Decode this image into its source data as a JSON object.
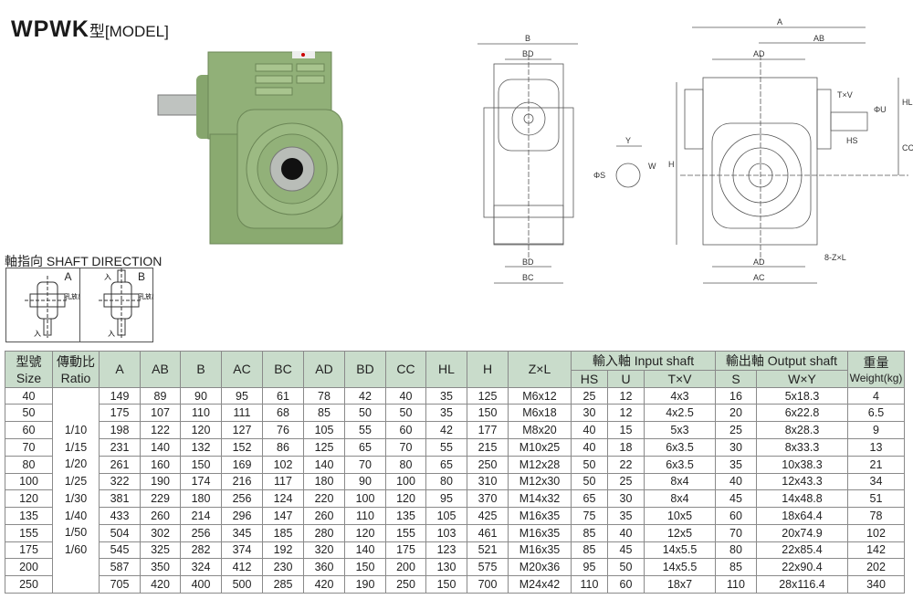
{
  "title": {
    "model": "WPWK",
    "suffix": "型[MODEL]"
  },
  "shaft_direction": {
    "title": "軸指向  SHAFT DIRECTION",
    "a_label": "A",
    "b_label": "B",
    "in_label": "入",
    "out_label": "孔放出"
  },
  "drawing": {
    "labels": {
      "A": "A",
      "AB": "AB",
      "B": "B",
      "BD": "BD",
      "AD": "AD",
      "BC": "BC",
      "AC": "AC",
      "H": "H",
      "HL": "HL",
      "CC": "CC",
      "HS": "HS",
      "TxV": "T×V",
      "U": "ΦU",
      "S": "ΦS",
      "W": "W",
      "Y": "Y",
      "ZxL": "8-Z×L"
    }
  },
  "table": {
    "headers": {
      "size": "型號",
      "size_en": "Size",
      "ratio": "傳動比",
      "ratio_en": "Ratio",
      "cols": [
        "A",
        "AB",
        "B",
        "AC",
        "BC",
        "AD",
        "BD",
        "CC",
        "HL",
        "H",
        "Z×L"
      ],
      "input": "輸入軸 Input shaft",
      "input_cols": [
        "HS",
        "U",
        "T×V"
      ],
      "output": "輸出軸  Output shaft",
      "output_cols": [
        "S",
        "W×Y"
      ],
      "weight": "重量",
      "weight_en": "Weight(kg)"
    },
    "ratios": [
      "",
      "",
      "1/10",
      "1/15",
      "1/20",
      "1/25",
      "1/30",
      "1/40",
      "1/50",
      "1/60",
      "",
      ""
    ],
    "rows": [
      [
        "40",
        "149",
        "89",
        "90",
        "95",
        "61",
        "78",
        "42",
        "40",
        "35",
        "125",
        "M6x12",
        "25",
        "12",
        "4x3",
        "16",
        "5x18.3",
        "4"
      ],
      [
        "50",
        "175",
        "107",
        "110",
        "111",
        "68",
        "85",
        "50",
        "50",
        "35",
        "150",
        "M6x18",
        "30",
        "12",
        "4x2.5",
        "20",
        "6x22.8",
        "6.5"
      ],
      [
        "60",
        "198",
        "122",
        "120",
        "127",
        "76",
        "105",
        "55",
        "60",
        "42",
        "177",
        "M8x20",
        "40",
        "15",
        "5x3",
        "25",
        "8x28.3",
        "9"
      ],
      [
        "70",
        "231",
        "140",
        "132",
        "152",
        "86",
        "125",
        "65",
        "70",
        "55",
        "215",
        "M10x25",
        "40",
        "18",
        "6x3.5",
        "30",
        "8x33.3",
        "13"
      ],
      [
        "80",
        "261",
        "160",
        "150",
        "169",
        "102",
        "140",
        "70",
        "80",
        "65",
        "250",
        "M12x28",
        "50",
        "22",
        "6x3.5",
        "35",
        "10x38.3",
        "21"
      ],
      [
        "100",
        "322",
        "190",
        "174",
        "216",
        "117",
        "180",
        "90",
        "100",
        "80",
        "310",
        "M12x30",
        "50",
        "25",
        "8x4",
        "40",
        "12x43.3",
        "34"
      ],
      [
        "120",
        "381",
        "229",
        "180",
        "256",
        "124",
        "220",
        "100",
        "120",
        "95",
        "370",
        "M14x32",
        "65",
        "30",
        "8x4",
        "45",
        "14x48.8",
        "51"
      ],
      [
        "135",
        "433",
        "260",
        "214",
        "296",
        "147",
        "260",
        "110",
        "135",
        "105",
        "425",
        "M16x35",
        "75",
        "35",
        "10x5",
        "60",
        "18x64.4",
        "78"
      ],
      [
        "155",
        "504",
        "302",
        "256",
        "345",
        "185",
        "280",
        "120",
        "155",
        "103",
        "461",
        "M16x35",
        "85",
        "40",
        "12x5",
        "70",
        "20x74.9",
        "102"
      ],
      [
        "175",
        "545",
        "325",
        "282",
        "374",
        "192",
        "320",
        "140",
        "175",
        "123",
        "521",
        "M16x35",
        "85",
        "45",
        "14x5.5",
        "80",
        "22x85.4",
        "142"
      ],
      [
        "200",
        "587",
        "350",
        "324",
        "412",
        "230",
        "360",
        "150",
        "200",
        "130",
        "575",
        "M20x36",
        "95",
        "50",
        "14x5.5",
        "85",
        "22x90.4",
        "202"
      ],
      [
        "250",
        "705",
        "420",
        "400",
        "500",
        "285",
        "420",
        "190",
        "250",
        "150",
        "700",
        "M24x42",
        "110",
        "60",
        "18x7",
        "110",
        "28x116.4",
        "340"
      ]
    ]
  },
  "colors": {
    "header_bg": "#c9dccb",
    "gear_green": "#8fae76"
  }
}
